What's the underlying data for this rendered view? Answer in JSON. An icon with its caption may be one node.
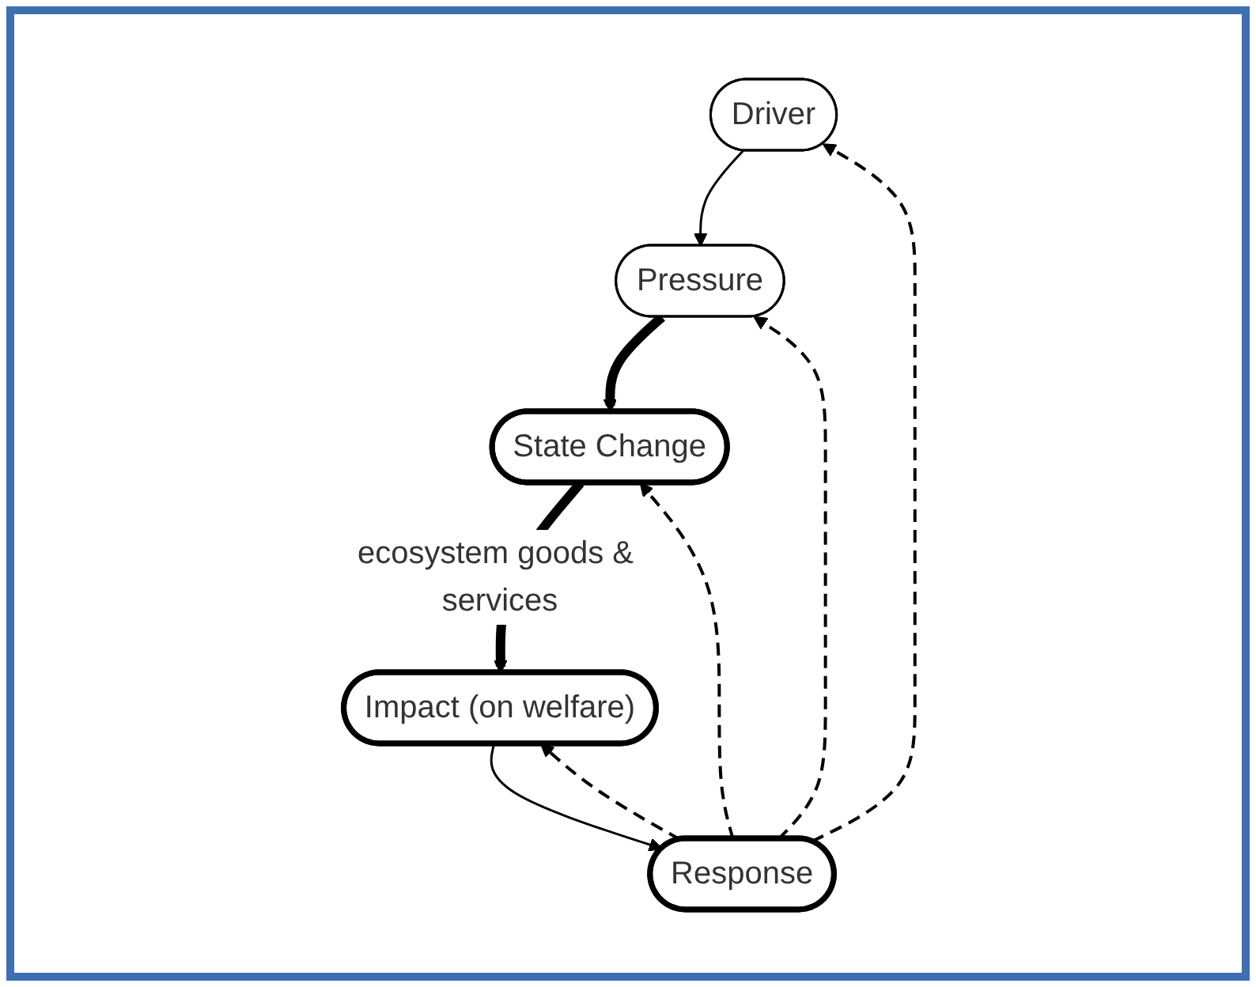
{
  "diagram": {
    "nodes": [
      {
        "text": [
          "Driver"
        ]
      },
      {
        "text": [
          "Response"
        ]
      },
      {
        "text": [
          "Impact (on welfare)"
        ]
      },
      {
        "text": [
          "Pressure"
        ]
      },
      {
        "text": [
          "State Change"
        ]
      }
    ],
    "edges": [
      {
        "from": 1,
        "to": 0,
        "arrow": "to",
        "style": "dashed"
      },
      {
        "from": 0,
        "to": 3,
        "arrow": "to"
      },
      {
        "from": 1,
        "to": 2,
        "arrow": "to",
        "style": "dashed"
      },
      {
        "from": 2,
        "to": 1,
        "arrow": "to"
      },
      {
        "from": 1,
        "to": 3,
        "arrow": "to",
        "style": "dashed"
      },
      {
        "from": 1,
        "to": 4,
        "arrow": "to",
        "style": "dashed"
      },
      {
        "from": 3,
        "to": 4,
        "arrow": "to",
        "style": "thick"
      },
      {
        "from": 4,
        "to": 2,
        "arrow": "to",
        "style": "thick",
        "label": "ecosystem goods & services"
      }
    ]
  }
}
